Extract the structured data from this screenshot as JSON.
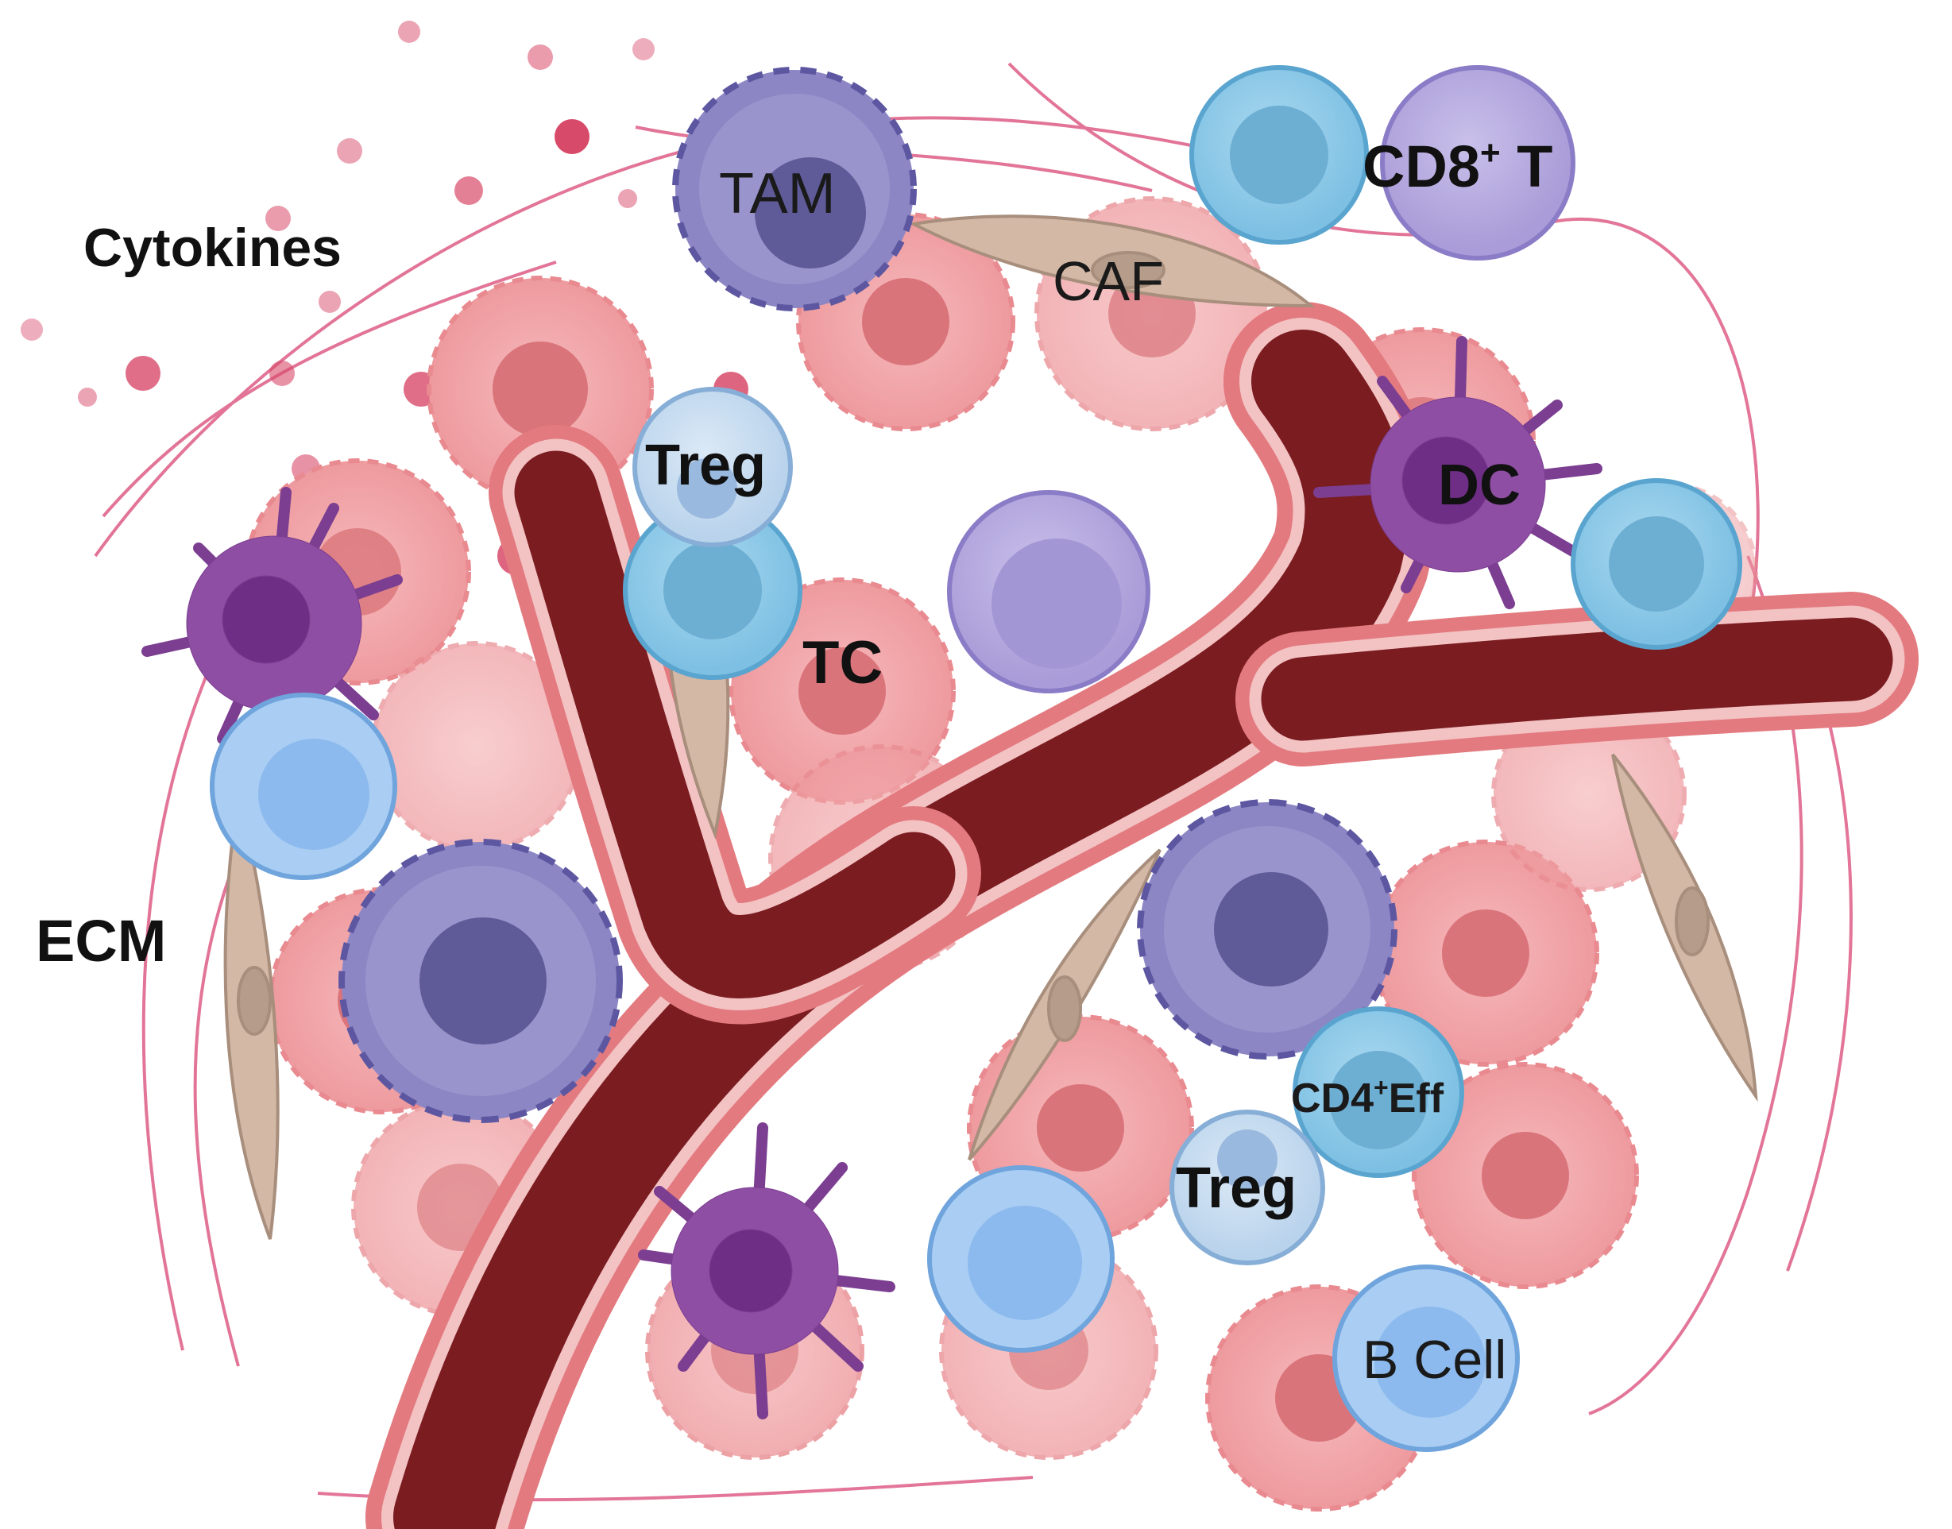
{
  "labels": {
    "cytokines": "Cytokines",
    "ecm": "ECM",
    "tam": "TAM",
    "caf": "CAF",
    "cd8_main": "CD8",
    "cd8_sup": "+",
    "cd8_end": " T",
    "treg_top": "Treg",
    "tc": "TC",
    "dc": "DC",
    "cd4_main": "CD4",
    "cd4_sup": "+",
    "cd4_end": "Eff",
    "treg_bottom": "Treg",
    "b_cell": "B Cell"
  },
  "colors": {
    "tumor_cell": "#f2a3a6",
    "tumor_nucleus": "#d9747a",
    "vessel_lumen": "#7a1c20",
    "vessel_wall": "#e37a7f",
    "macrophage": "#8c86c4",
    "dendritic": "#8e4ea3",
    "t_cell_blue": "#8fcbe8",
    "cd8_cell": "#b2a6dc",
    "caf": "#d4b8a6",
    "cytokine": "#d84a6a",
    "ecm_fiber": "#d94775"
  }
}
